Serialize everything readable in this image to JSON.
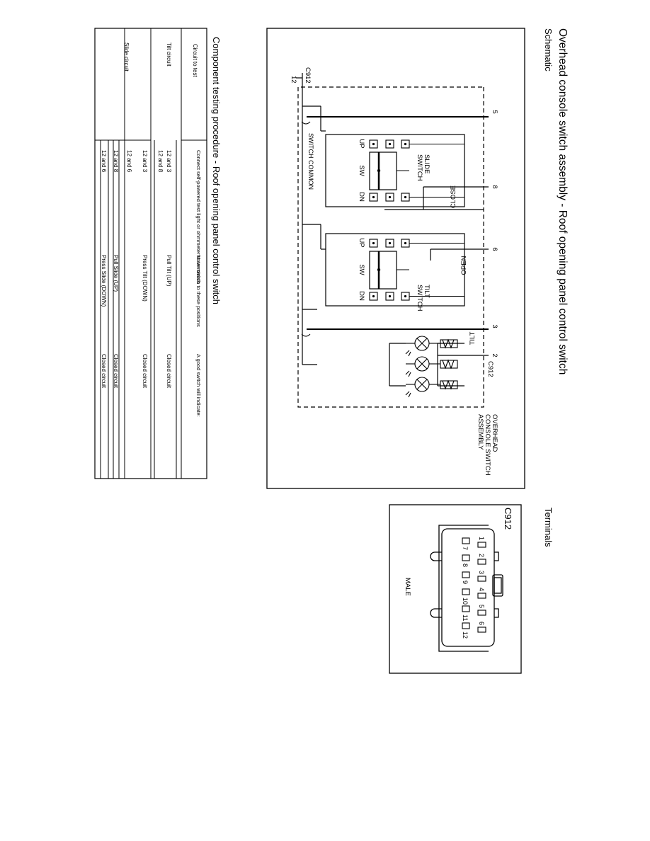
{
  "page": {
    "title": "Overhead console switch assembly - Roof opening panel control switch",
    "schematic_heading": "Schematic",
    "terminals_heading": "Terminals"
  },
  "schematic": {
    "switch_common": "SWITCH COMMON",
    "connector_left": "C912",
    "connector_left_pin": "12",
    "connector_right": "C912",
    "assembly_label": [
      "OVERHEAD",
      "CONSOLE SWITCH",
      "ASSEMBLY"
    ],
    "slide_switch": [
      "SLIDE",
      "SWITCH"
    ],
    "tilt_switch": [
      "TILT",
      "SWITCH"
    ],
    "pos_up": "UP",
    "pos_sw": "SW",
    "pos_dn": "DN",
    "wire_close": "CLOSE",
    "wire_open": "OPEN",
    "wire_tilt": "TILT",
    "pins": [
      "5",
      "8",
      "6",
      "3",
      "2"
    ]
  },
  "table": {
    "title": "Component testing procedure - Roof opening panel control switch",
    "headers": [
      "Circuit to test",
      "Connect self-powered test light or ohmmeter to terminals",
      "Move switch to these positions",
      "A good switch will indicate:"
    ],
    "rows": [
      {
        "circuit": "Tilt circuit",
        "terminals": "12 and 3",
        "position": "Pull Tilt (UP)",
        "result": "Closed circuit"
      },
      {
        "circuit": "",
        "terminals": "12 and 8",
        "position": "",
        "result": ""
      },
      {
        "circuit": "",
        "terminals": "12 and 3",
        "position": "Press Tilt (DOWN)",
        "result": "Closed circuit"
      },
      {
        "circuit": "Slide circuit",
        "terminals": "12 and 6",
        "position": "",
        "result": ""
      },
      {
        "circuit": "",
        "terminals": "12 and 8",
        "position": "Pull Slide (UP)",
        "result": "Closed circuit"
      },
      {
        "circuit": "",
        "terminals": "12 and 6",
        "position": "Press Slide (DOWN)",
        "result": "Closed circuit"
      }
    ]
  },
  "terminals": {
    "connector": "C912",
    "gender": "MALE",
    "pins_top": [
      "1",
      "2",
      "3",
      "4",
      "5",
      "6"
    ],
    "pins_bottom": [
      "7",
      "8",
      "9",
      "10",
      "11",
      "12"
    ]
  }
}
